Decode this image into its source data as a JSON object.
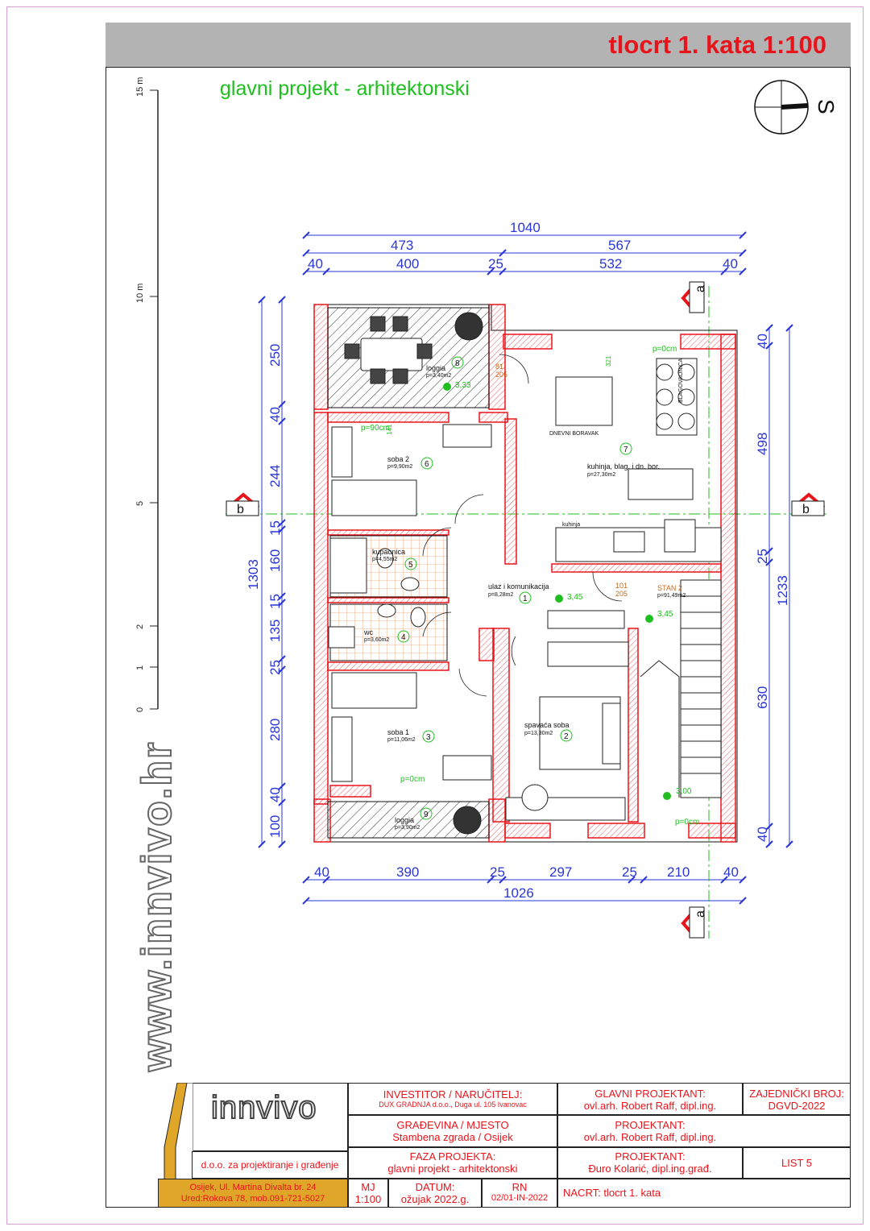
{
  "sheet": {
    "title": "tlocrt 1. kata 1:100",
    "subtitle": "glavni projekt - arhitektonski",
    "watermark": "www.innvivo.hr",
    "compass_label": "S"
  },
  "scale_bar": {
    "labels": [
      "15 m",
      "10 m",
      "5",
      "2",
      "1",
      "0"
    ]
  },
  "dimensions": {
    "top_overall": "1040",
    "top_parts": [
      "473",
      "567"
    ],
    "top_detail": [
      "40",
      "400",
      "25",
      "532",
      "40"
    ],
    "bottom_detail": [
      "40",
      "390",
      "25",
      "297",
      "25",
      "210",
      "40"
    ],
    "bottom_overall": "1026",
    "left_overall": "1303",
    "left_detail": [
      "250",
      "40",
      "244",
      "15",
      "160",
      "15",
      "135",
      "25",
      "280",
      "40",
      "100"
    ],
    "right_overall": "1233",
    "right_detail": [
      "40",
      "498",
      "25",
      "630",
      "40"
    ]
  },
  "sections": {
    "a_label": "a",
    "b_label": "b"
  },
  "rooms": [
    {
      "name": "loggia",
      "area": "p=3,40m2",
      "num": "8"
    },
    {
      "name": "soba 2",
      "area": "p=9,90m2",
      "num": "6"
    },
    {
      "name": "kupaonica",
      "area": "p=4,55m2",
      "num": "5"
    },
    {
      "name": "wc",
      "area": "p=3,60m2",
      "num": "4"
    },
    {
      "name": "soba 1",
      "area": "p=11,06m2",
      "num": "3"
    },
    {
      "name": "loggia",
      "area": "p=3,90m2",
      "num": "9"
    },
    {
      "name": "ulaz i komunikacija",
      "area": "p=8,28m2",
      "num": "1"
    },
    {
      "name": "spavaća soba",
      "area": "p=13,30m2",
      "num": "2"
    },
    {
      "name": "kuhinja, blag. i dn. bor.",
      "area": "p=27,30m2",
      "num": "7"
    }
  ],
  "labels": {
    "dnevni": "DNEVNI BORAVAK",
    "blag": "BLAGOVAONICA",
    "kuhinja": "kuhinja",
    "stan": "STAN 2",
    "stan_area": "p=91,49m2",
    "p0": "p=0cm",
    "p90": "p=90cm",
    "elev_loggia": "3,33",
    "elev_ulaz": "3,45",
    "elev_stairs": "3,45",
    "elev_bottom": "3,00",
    "door_81": "81",
    "door_205": "205",
    "door_101": "101",
    "win_141": "141",
    "win_321": "321"
  },
  "colors": {
    "wall": "#e8141b",
    "dim": "#2a35d8",
    "green": "#1fbf1f",
    "door": "#c46a1e",
    "tile": "#f0a070"
  },
  "title_block": {
    "company_logo": "innvivo",
    "company_desc": "d.o.o. za projektiranje i građenje",
    "address_1": "Osijek, Ul. Martina Divalta br. 24",
    "address_2": "Ured:Rokova 78, mob.091-721-5027",
    "investor_label": "INVESTITOR / NARUČITELJ:",
    "investor_value": "DUX GRADNJA d.o.o., Duga ul. 105 Ivanovac",
    "building_label": "GRAĐEVINA / MJESTO",
    "building_value": "Stambena zgrada / Osijek",
    "phase_label": "FAZA PROJEKTA:",
    "phase_value": "glavni projekt - arhitektonski",
    "scale_label": "MJ",
    "scale_value": "1:100",
    "date_label": "DATUM:",
    "date_value": "ožujak 2022.g.",
    "rn_label": "RN",
    "rn_value": "02/01-IN-2022",
    "main_designer_label": "GLAVNI PROJEKTANT:",
    "main_designer_value": "ovl.arh. Robert Raff, dipl.ing.",
    "designer1_label": "PROJEKTANT:",
    "designer1_value": "ovl.arh. Robert Raff, dipl.ing.",
    "designer2_label": "PROJEKTANT:",
    "designer2_value": "Đuro Kolarić, dipl.ing.građ.",
    "joint_label": "ZAJEDNIČKI BROJ:",
    "joint_value": "DGVD-2022",
    "list_value": "LIST 5",
    "drawing_value": "NACRT:  tlocrt 1. kata"
  }
}
